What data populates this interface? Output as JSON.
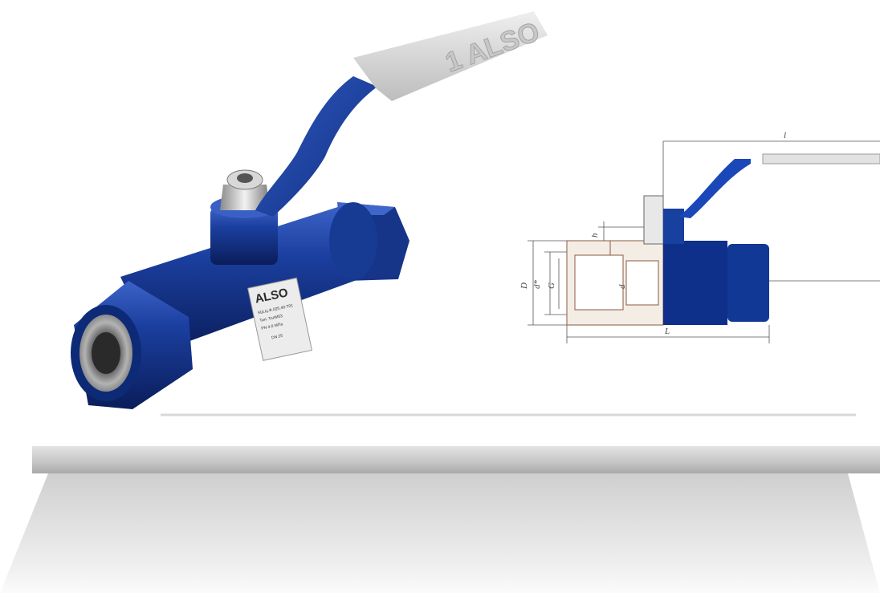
{
  "handle_brand": "1 ALSO",
  "nameplate": {
    "brand": "ALSO",
    "line1": "КШ.Ц.Ф.025.40-Т01",
    "line2": "Тип: ТолМ03",
    "line3": "PN 4.0 МПа",
    "line4": "DN 25"
  },
  "drawing_dims": {
    "handle_length": "l",
    "height": "h",
    "outer_d": "D",
    "thread_d": "d*",
    "thread": "G",
    "bore": "d",
    "length": "L"
  },
  "colors": {
    "valve_blue": "#1a3d9c",
    "valve_dark": "#0b1f5e",
    "handle_grip": "#dcdcdc",
    "steel": "#b9b9b9"
  }
}
